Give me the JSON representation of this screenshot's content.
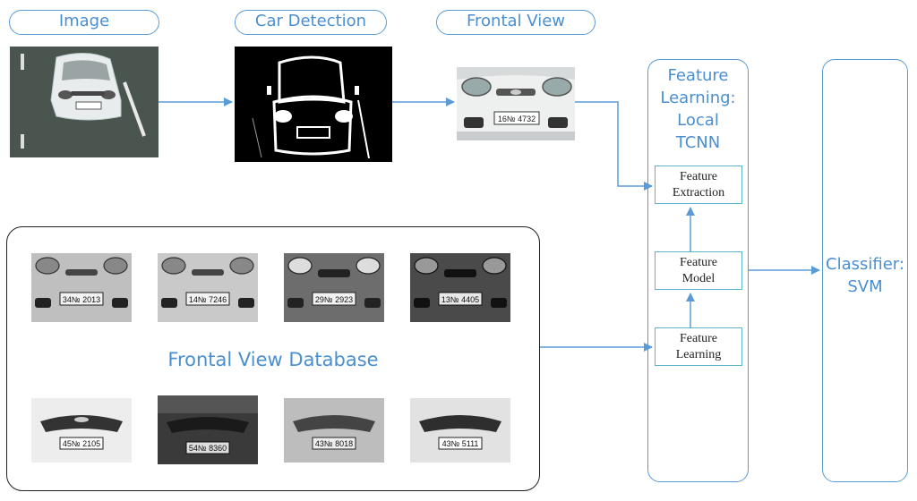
{
  "stages": {
    "image": "Image",
    "car_detection": "Car Detection",
    "frontal_view": "Frontal View"
  },
  "input_plate": "16№ 4732",
  "feature_block": {
    "title": "Feature Learning: Local TCNN",
    "title_lines": [
      "Feature",
      "Learning:",
      "Local",
      "TCNN"
    ],
    "extraction_lines": [
      "Feature",
      "Extraction"
    ],
    "model_lines": [
      "Feature",
      "Model"
    ],
    "learning_lines": [
      "Feature",
      "Learning"
    ]
  },
  "classifier": {
    "title": "Classifier: SVM",
    "lines": [
      "Classifier:",
      "SVM"
    ]
  },
  "database": {
    "label": "Frontal View Database",
    "plates_row1": [
      "34№ 2013",
      "14№ 7246",
      "29№ 2923",
      "13№ 4405"
    ],
    "plates_row2": [
      "45№ 2105",
      "54№ 8360",
      "43№ 8018",
      "43№ 5111"
    ]
  },
  "colors": {
    "accent": "#4a8fd0",
    "arrow": "#5b9bd5",
    "inner_box": "#5ab4c8"
  }
}
